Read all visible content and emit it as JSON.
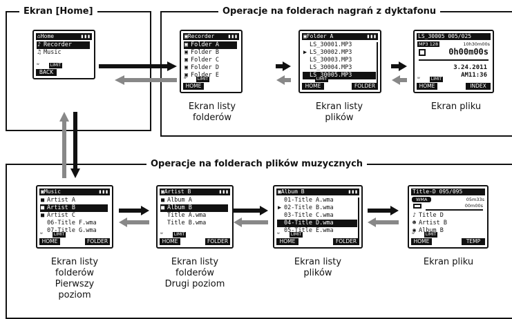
{
  "frames": {
    "home": "Ekran [Home]",
    "recorder_ops": "Operacje na folderach nagrań z dyktafonu",
    "music_ops": "Operacje na folderach plików muzycznych"
  },
  "captions": {
    "rec_folders": "Ekran listy folderów",
    "rec_files": "Ekran listy plików",
    "rec_file": "Ekran pliku",
    "mus_folders": "Ekran listy folderów Pierwszy poziom",
    "mus_folders2": "Ekran listy folderów Drugi poziom",
    "mus_files": "Ekran listy plików",
    "mus_file": "Ekran pliku"
  },
  "screens": {
    "home": {
      "title": "Home",
      "items": [
        "Recorder",
        "Music"
      ],
      "limit": "LIMIT",
      "btn_left": "BACK"
    },
    "recorder": {
      "title": "Recorder",
      "items": [
        "Folder A",
        "Folder B",
        "Folder C",
        "Folder D",
        "Folder E"
      ],
      "limit": "LIMIT",
      "btn_left": "HOME"
    },
    "folder_a": {
      "title": "Folder A",
      "items": [
        "LS_30001.MP3",
        "LS_30002.MP3",
        "LS_30003.MP3",
        "LS_30004.MP3",
        "LS_30005.MP3"
      ],
      "limit": "LIMIT",
      "btn_left": "HOME",
      "btn_right": "FOLDER"
    },
    "rec_file": {
      "title": "LS_30005",
      "count": "005/025",
      "format": "MP3 128",
      "time_top": "10h30m00s",
      "time_big": "0h00m00s",
      "date": "3.24.2011",
      "clock": "AM11:36",
      "limit": "LIMIT",
      "btn_left": "HOME",
      "btn_right": "INDEX"
    },
    "music": {
      "title": "Music",
      "items": [
        "Artist A",
        "Artist B",
        "Artist C",
        "06-Title F.wma",
        "07-Title G.wma"
      ],
      "limit": "LIMIT",
      "btn_left": "HOME",
      "btn_right": "FOLDER"
    },
    "artist_b": {
      "title": "Artist B",
      "items": [
        "Album A",
        "Album B",
        "Title A.wma",
        "Title B.wma"
      ],
      "limit": "LIMIT",
      "btn_left": "HOME",
      "btn_right": "FOLDER"
    },
    "album_b": {
      "title": "Album B",
      "items": [
        "01-Title A.wma",
        "02-Title B.wma",
        "03-Title C.wma",
        "04-Title D.wma",
        "05-Title E.wma"
      ],
      "limit": "LIMIT",
      "btn_left": "HOME",
      "btn_right": "FOLDER"
    },
    "mus_file": {
      "title": "Title-D",
      "count": "095/095",
      "format": "WMA",
      "time_total": "05m33s",
      "time_elapsed": "00m00s",
      "lines": [
        "Title D",
        "Artist B",
        "Album B"
      ],
      "limit": "LIMIT",
      "btn_left": "HOME",
      "btn_right": "TEMP"
    }
  }
}
